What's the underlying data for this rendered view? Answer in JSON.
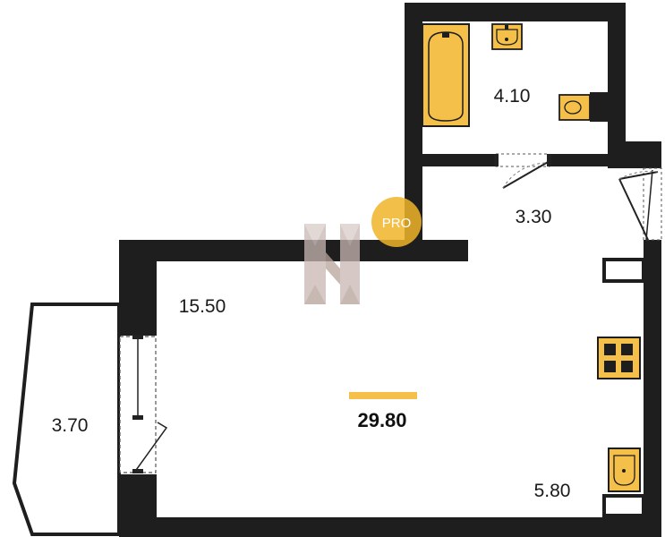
{
  "plan": {
    "total_area": "29.80",
    "rooms": {
      "bathroom": "4.10",
      "hallway": "3.30",
      "living_room": "15.50",
      "balcony": "3.70",
      "kitchen": "5.80"
    }
  },
  "watermark": {
    "badge_text": "PRO"
  },
  "colors": {
    "wall": "#1e1e1e",
    "fixture": "#f5c04a",
    "accent_bar": "#f5c04a",
    "badge": "#f0b528"
  }
}
